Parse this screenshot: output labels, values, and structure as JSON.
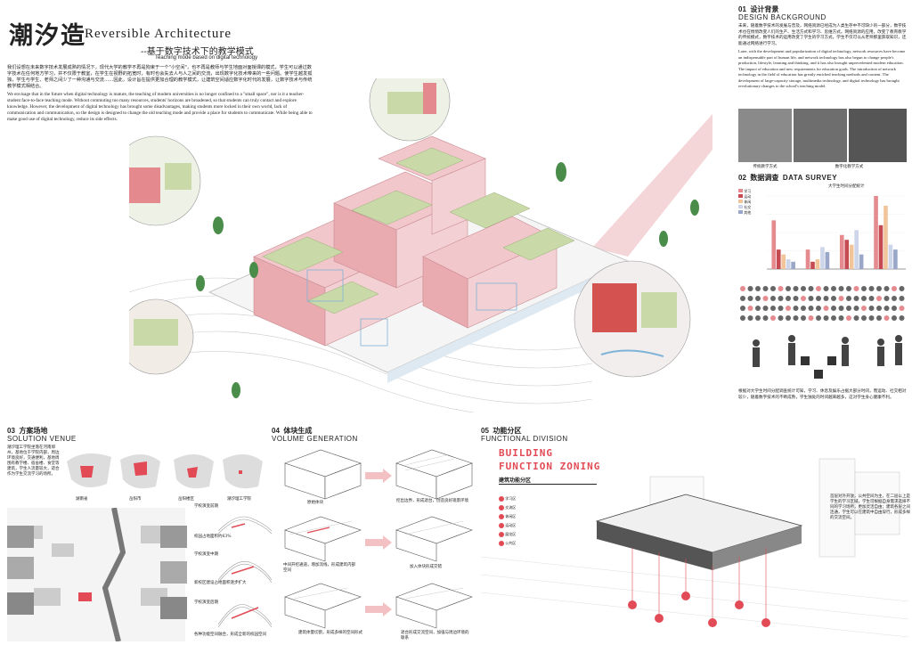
{
  "title": "潮汐造",
  "title_en": "Reversible Architecture",
  "subtitle": "--基于数字技术下的教学模式",
  "subtitle_en": "Teaching mode based on digital technology",
  "intro_cn": "我们设想在未来数字技术发展成熟的情况下，现代大学的教学不再是狗束于一个\"小空间\"，也不再是教师与学生地面对面授课的模式，学生可以通过数字技术在任何地方学习，并不仅限于教室，在学生在视野的拓宽时，有时也会失去人与人之间的交流，出现数字化技术带来的一些问题。使学生越发孤独，学生与学生、老师之间少了一种沟通与交流……因此，设计旨在提供更加合理的教学模式，让建筑空间适应数字化时代的发展，让数字技术与传统教学模式相结合。",
  "intro_en": "We envisage that in the future when digital technology is mature, the teaching of modern universities is no longer confined to a \"small space\", nor is it a teacher-student face-to-face teaching mode. Without commuting too many resources, students' horizons are broadened, so that students can truly contact and explore knowledge. However, the development of digital technology has brought some disadvantages, making students more locked in their own world, lack of communication and communication, so the design is designed to change the old teaching mode and provide a place for students to communicate. While being able to make good use of digital technology, reduce its side effects.",
  "s01": {
    "num": "01",
    "cn": "设计背景",
    "en": "DESIGN BACKGROUND",
    "text_cn": "未来，随着数字技术的发展与普及，网络资源已经成为人类生存中不可缺少的一部分，数字技术也在悄悄改变人们的生产、生活方式和学习、思维方式。网络资源的应用，改变了教育教学的传统模式，数字技术的运用改变了学生的学习方式，学生不仅可以从老师那里获取知识，还能通过网络进行学习。",
    "text_en": "Later, with the development and popularization of digital technology, network resources have become an indispensable part of human life, and network technology has also begun to change people's production, lifestyle, learning and thinking, and it has also brought unprecedented modern education. The impact of education and new requirements for education goals. The introduction of network technology in the field of education has greatly enriched teaching methods and content. The development of large-capacity storage, multimedia technology, and digital technology has brought revolutionary changes to the school's teaching model.",
    "cap1": "传统教学方式",
    "cap2": "数字化教学方式"
  },
  "s02": {
    "num": "02",
    "cn": "数据调查",
    "en": "DATA SURVEY",
    "chart_title": "大学生时间分配统计",
    "legend": [
      "学习",
      "运动",
      "休闲",
      "社交",
      "其他"
    ],
    "text": "根据对大学生时间分配调查统计可知，学习、休息及娱乐占据大部分时间，而运动、社交相对较少，随着数字技术的不断成熟，学生独处的时间越来越多，这对学生身心健康不利。"
  },
  "chart_data": {
    "type": "bar",
    "title": "大学生时间分配统计",
    "categories": [
      "",
      "",
      "",
      ""
    ],
    "series": [
      {
        "name": "学习",
        "color": "#e58a8f",
        "values": [
          20,
          8,
          14,
          30
        ]
      },
      {
        "name": "运动",
        "color": "#c54a52",
        "values": [
          8,
          3,
          12,
          18
        ]
      },
      {
        "name": "休闲",
        "color": "#f2c49a",
        "values": [
          6,
          4,
          10,
          26
        ]
      },
      {
        "name": "社交",
        "color": "#cdd5ea",
        "values": [
          4,
          9,
          16,
          10
        ]
      },
      {
        "name": "其他",
        "color": "#9aa7c8",
        "values": [
          3,
          7,
          6,
          8
        ]
      }
    ],
    "ylim": [
      0,
      30
    ]
  },
  "s03": {
    "num": "03",
    "cn": "方案场地",
    "en": "SOLUTION VENUE",
    "text": "潮汐理工学院坐落在河南郑州，基地位于学院内部，周边环境良好，交通便利，基地周围有教学楼、宿舍楼、食堂等建筑，学生人流量较大，适合作为学生交流学习的场所。",
    "maps": [
      "湖南省",
      "岳阳市",
      "岳阳楼区",
      "潮汐理工学院"
    ],
    "t1": "学校演变前期",
    "t2": "校园占地面积约63%",
    "t3": "学校演变中期",
    "t4": "新校区建设占地面积逐步扩大",
    "t5": "学校演变后期",
    "t6": "各种功能空间融合，形成全新的校园空间"
  },
  "s04": {
    "num": "04",
    "cn": "体块生成",
    "en": "VOLUME GENERATION",
    "steps": [
      "原始体块",
      "挖出边界，形成退台，创造良好观景环境",
      "中间开挖通道，增加流线，形成建筑内部空间",
      "加入体块形成交错",
      "建筑体量切割，形成多样的空间形式",
      "退台形成交流空间，加强与周边环境的联系"
    ]
  },
  "s05": {
    "num": "05",
    "cn": "功能分区",
    "en": "FUNCTIONAL DIVISION",
    "big1": "BUILDING",
    "big2": "FUNCTION ZONING",
    "sub": "建筑功能分区",
    "legend": [
      "学习区",
      "交流区",
      "休闲区",
      "运动区",
      "展览区",
      "公共区"
    ],
    "text": "首层对外开放，公共空间为主，在二层以上是学生的学习区域，学生可根据自身需求选择不同的学习场所，更加灵活自由；建筑各层之间连通，学生可以在建筑中自由穿行，形成多样的交流空间。"
  },
  "colors": {
    "accent": "#e24b55",
    "pink": "#f1c7cb",
    "green": "#c9d9a8",
    "blue": "#a9cde4"
  }
}
